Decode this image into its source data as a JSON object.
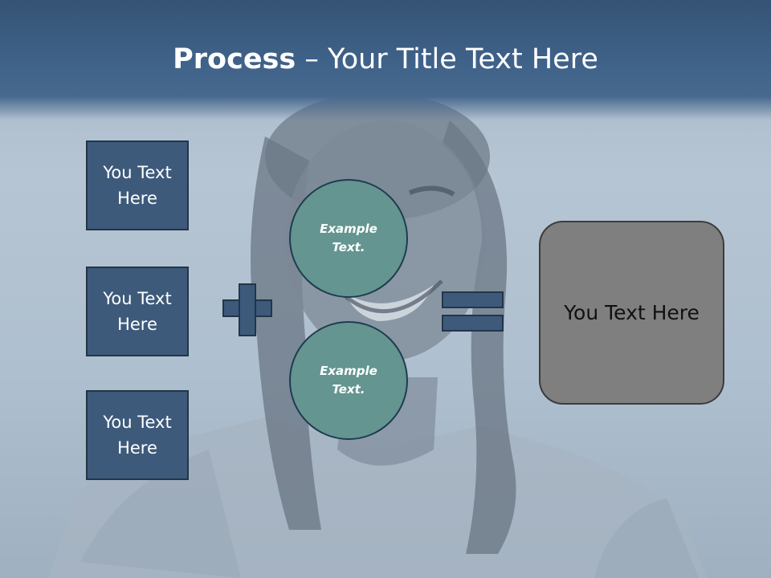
{
  "title": {
    "bold": "Process",
    "rest": " – Your Title Text Here"
  },
  "left_boxes": [
    "You Text Here",
    "You Text Here",
    "You Text Here"
  ],
  "circles": [
    "Example Text.",
    "Example Text."
  ],
  "result": "You Text Here",
  "colors": {
    "title_band": "#40638a",
    "box_fill": "#3d5a7b",
    "box_border": "#223549",
    "circle_fill": "#649591",
    "result_fill": "#7f7f7f"
  },
  "icons": {
    "operator_1": "plus-icon",
    "operator_2": "equals-icon"
  }
}
